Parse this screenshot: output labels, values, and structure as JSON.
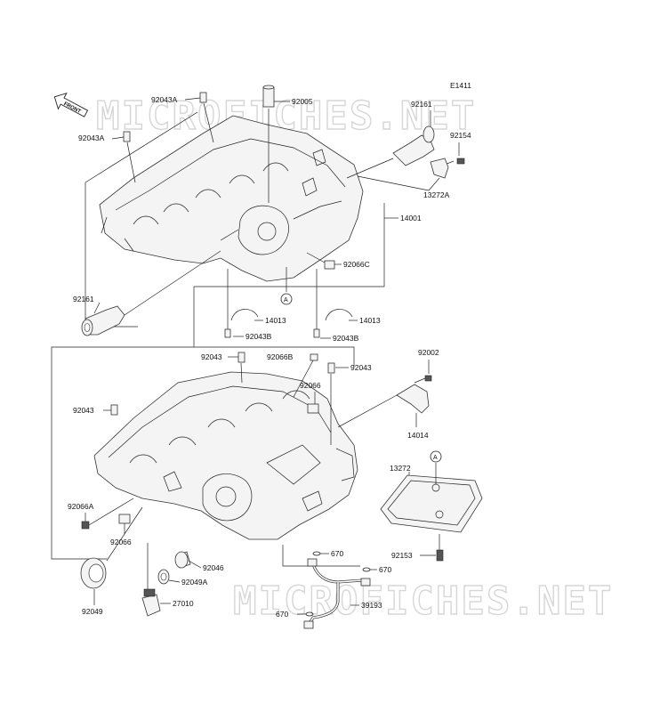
{
  "diagram": {
    "code": "E1411",
    "front_arrow": "FRONT",
    "watermark": "MICROFICHES.NET",
    "callout_marker": "A",
    "labels": {
      "p92043A_top": "92043A",
      "p92005": "92005",
      "p92161_top": "92161",
      "p92154": "92154",
      "p92043A_left": "92043A",
      "p13272A": "13272A",
      "p14001": "14001",
      "p92066C": "92066C",
      "p92161_left": "92161",
      "p14013_left": "14013",
      "p92043B_left": "92043B",
      "p14013_right": "14013",
      "p92043B_right": "92043B",
      "p92002": "92002",
      "p92043_mid_left": "92043",
      "p92066B": "92066B",
      "p92043_mid_right": "92043",
      "p92066_mid": "92066",
      "p92043_left": "92043",
      "p14014": "14014",
      "p13272": "13272",
      "p92066A": "92066A",
      "p92066_low": "92066",
      "p92153": "92153",
      "p670_a": "670",
      "p670_b": "670",
      "p92046": "92046",
      "p92049A": "92049A",
      "p92049": "92049",
      "p27010": "27010",
      "p39193": "39193",
      "p670_c": "670"
    }
  }
}
